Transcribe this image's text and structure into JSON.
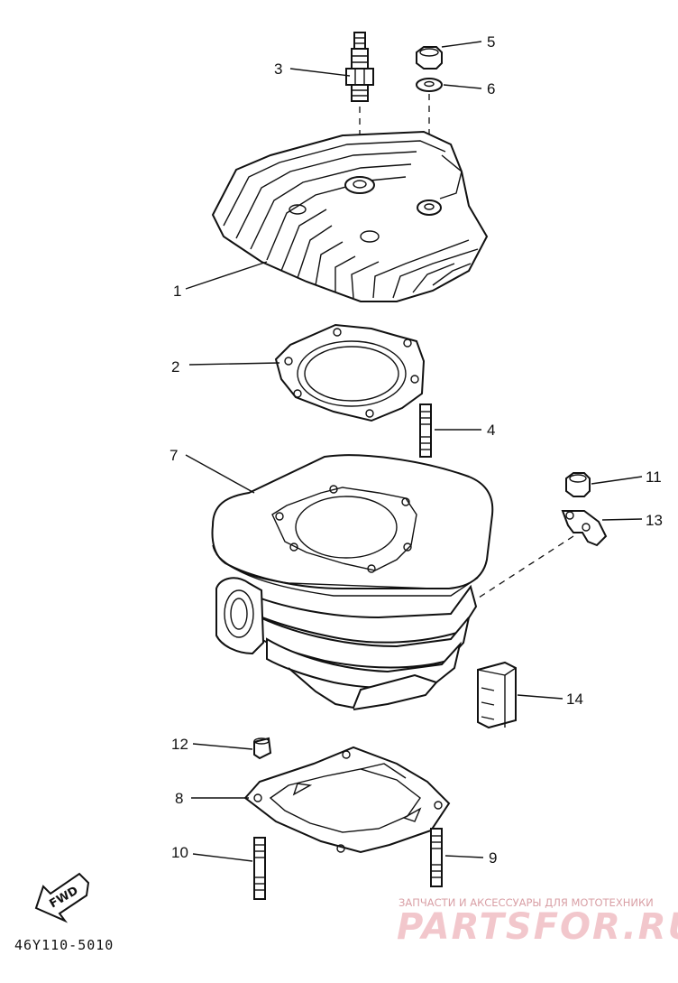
{
  "diagram": {
    "callouts": [
      {
        "id": "c1",
        "label": "1"
      },
      {
        "id": "c2",
        "label": "2"
      },
      {
        "id": "c3",
        "label": "3"
      },
      {
        "id": "c4",
        "label": "4"
      },
      {
        "id": "c5",
        "label": "5"
      },
      {
        "id": "c6",
        "label": "6"
      },
      {
        "id": "c7",
        "label": "7"
      },
      {
        "id": "c8",
        "label": "8"
      },
      {
        "id": "c9",
        "label": "9"
      },
      {
        "id": "c10",
        "label": "10"
      },
      {
        "id": "c11",
        "label": "11"
      },
      {
        "id": "c12",
        "label": "12"
      },
      {
        "id": "c13",
        "label": "13"
      },
      {
        "id": "c14",
        "label": "14"
      }
    ],
    "fwd_label": "FWD",
    "figure_code": "46Y110-5010"
  },
  "watermark": {
    "caption": "ЗАПЧАСТИ И АКСЕССУАРЫ ДЛЯ МОТОТЕХНИКИ",
    "brand": "PARTSFOR.RU"
  }
}
